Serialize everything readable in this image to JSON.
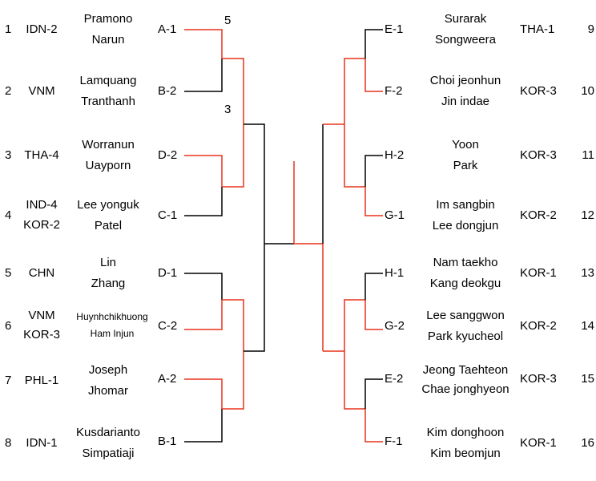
{
  "colors": {
    "winner_line": "#e8321c",
    "line": "#000000"
  },
  "left": [
    {
      "seed": "1",
      "country": [
        "IDN-2"
      ],
      "players": [
        "Pramono",
        "Narun"
      ],
      "slot": "A-1"
    },
    {
      "seed": "2",
      "country": [
        "VNM"
      ],
      "players": [
        "Lamquang",
        "Tranthanh"
      ],
      "slot": "B-2"
    },
    {
      "seed": "3",
      "country": [
        "THA-4"
      ],
      "players": [
        "Worranun",
        "Uayporn"
      ],
      "slot": "D-2"
    },
    {
      "seed": "4",
      "country": [
        "IND-4",
        "KOR-2"
      ],
      "players": [
        "Lee yonguk",
        "Patel"
      ],
      "slot": "C-1"
    },
    {
      "seed": "5",
      "country": [
        "CHN"
      ],
      "players": [
        "Lin",
        "Zhang"
      ],
      "slot": "D-1"
    },
    {
      "seed": "6",
      "country": [
        "VNM",
        "KOR-3"
      ],
      "players": [
        "Huynhchikhuong",
        "Ham Injun"
      ],
      "slot": "C-2",
      "small": true
    },
    {
      "seed": "7",
      "country": [
        "PHL-1"
      ],
      "players": [
        "Joseph",
        "Jhomar"
      ],
      "slot": "A-2"
    },
    {
      "seed": "8",
      "country": [
        "IDN-1"
      ],
      "players": [
        "Kusdarianto",
        "Simpatiaji"
      ],
      "slot": "B-1"
    }
  ],
  "right": [
    {
      "seed": "9",
      "country": "THA-1",
      "players": [
        "Surarak",
        "Songweera"
      ],
      "slot": "E-1"
    },
    {
      "seed": "10",
      "country": "KOR-3",
      "players": [
        "Choi jeonhun",
        "Jin indae"
      ],
      "slot": "F-2"
    },
    {
      "seed": "11",
      "country": "KOR-3",
      "players": [
        "Yoon",
        "Park"
      ],
      "slot": "H-2"
    },
    {
      "seed": "12",
      "country": "KOR-2",
      "players": [
        "Im sangbin",
        "Lee dongjun"
      ],
      "slot": "G-1"
    },
    {
      "seed": "13",
      "country": "KOR-1",
      "players": [
        "Nam taekho",
        "Kang deokgu"
      ],
      "slot": "H-1"
    },
    {
      "seed": "14",
      "country": "KOR-2",
      "players": [
        "Lee sanggwon",
        "Park kyucheol"
      ],
      "slot": "G-2"
    },
    {
      "seed": "15",
      "country": "KOR-3",
      "players": [
        "Jeong Taehteon",
        "Chae jonghyeon"
      ],
      "slot": "E-2"
    },
    {
      "seed": "16",
      "country": "KOR-1",
      "players": [
        "Kim donghoon",
        "Kim beomjun"
      ],
      "slot": "F-1"
    }
  ],
  "scores": [
    "5",
    "3"
  ]
}
